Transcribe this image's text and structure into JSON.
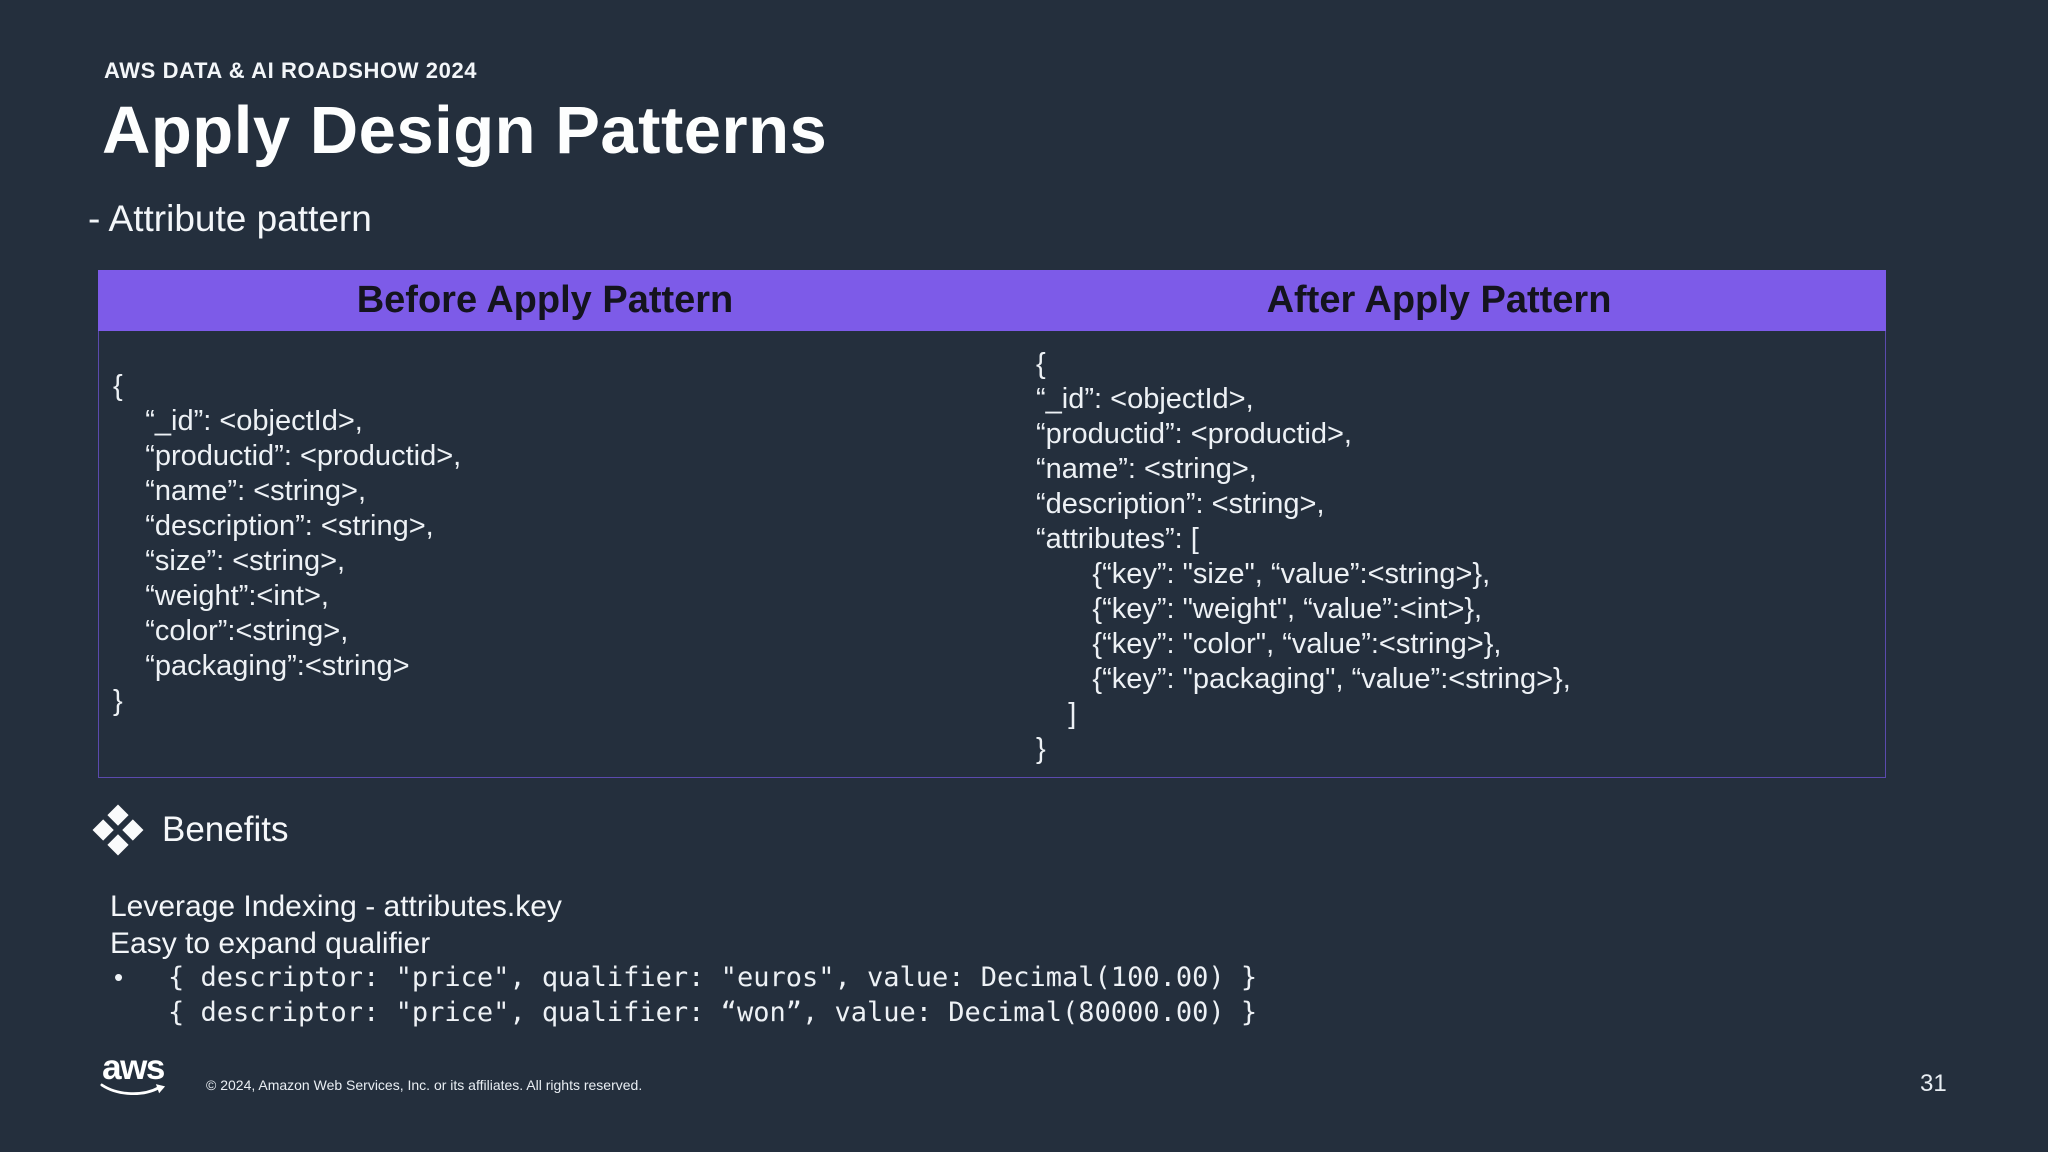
{
  "slide": {
    "eyebrow": "AWS DATA & AI ROADSHOW 2024",
    "title": "Apply Design Patterns",
    "subtitle": "- Attribute pattern",
    "page_number": "31",
    "copyright": "© 2024, Amazon Web Services, Inc. or its affiliates. All rights reserved.",
    "logo_text": "aws"
  },
  "comparison_table": {
    "headers": [
      {
        "label": "Before Apply Pattern"
      },
      {
        "label": "After Apply Pattern"
      }
    ],
    "before_code_lines": [
      "{",
      "    “_id”: <objectId>,",
      "    “productid”: <productid>,",
      "    “name”: <string>,",
      "    “description”: <string>,",
      "    “size”: <string>,",
      "    “weight”:<int>,",
      "    “color”:<string>,",
      "    “packaging”:<string>",
      "}"
    ],
    "after_code_lines": [
      "{",
      "“_id”: <objectId>,",
      "“productid”: <productid>,",
      "“name”: <string>,",
      "“description”: <string>,",
      "“attributes”: [",
      "       {“key”: \"size\", “value”:<string>},",
      "       {“key”: \"weight\", “value”:<int>},",
      "       {“key”: \"color\", “value”:<string>},",
      "       {“key”: \"packaging\", “value”:<string>},",
      "    ]",
      "}"
    ]
  },
  "benefits": {
    "heading": "Benefits",
    "bullet_marker": "•",
    "lines": [
      "Leverage Indexing - attributes.key",
      "Easy to expand qualifier"
    ],
    "code_lines": [
      "{ descriptor: \"price\", qualifier: \"euros\", value: Decimal(100.00) }",
      "{ descriptor: \"price\", qualifier: “won”, value: Decimal(80000.00) }"
    ]
  },
  "colors": {
    "background": "#242F3D",
    "header_bar": "#7D5BE8",
    "table_border": "#5B4AAE",
    "header_text": "#14141E",
    "body_text": "#EDF1F5"
  }
}
